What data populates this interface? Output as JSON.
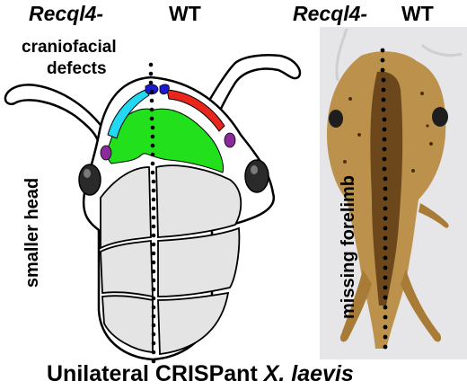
{
  "labels": {
    "left_gene": "Recql4-",
    "left_wt": "WT",
    "right_gene": "Recql4-",
    "right_wt": "WT",
    "craniofacial_line1": "craniofacial",
    "craniofacial_line2": "defects",
    "smaller_head": "smaller head",
    "missing_forelimb": "missing forelimb",
    "caption_prefix": "Unilateral CRISPant ",
    "caption_species": "X. laevis"
  },
  "colors": {
    "cartilage_green": "#22e01c",
    "cartilage_red": "#e8261b",
    "cartilage_cyan": "#22d8f2",
    "cartilage_blue": "#1a1ad6",
    "cartilage_purple": "#8b2a9a",
    "body_gray": "#e4e4e4",
    "eye_black": "#2a2a2a",
    "photo_background": "#e6e6e8",
    "tadpole_tan": "#b88a3e"
  },
  "icons": {
    "left_panel": "tadpole-diagram",
    "right_panel": "tadpole-photo"
  }
}
